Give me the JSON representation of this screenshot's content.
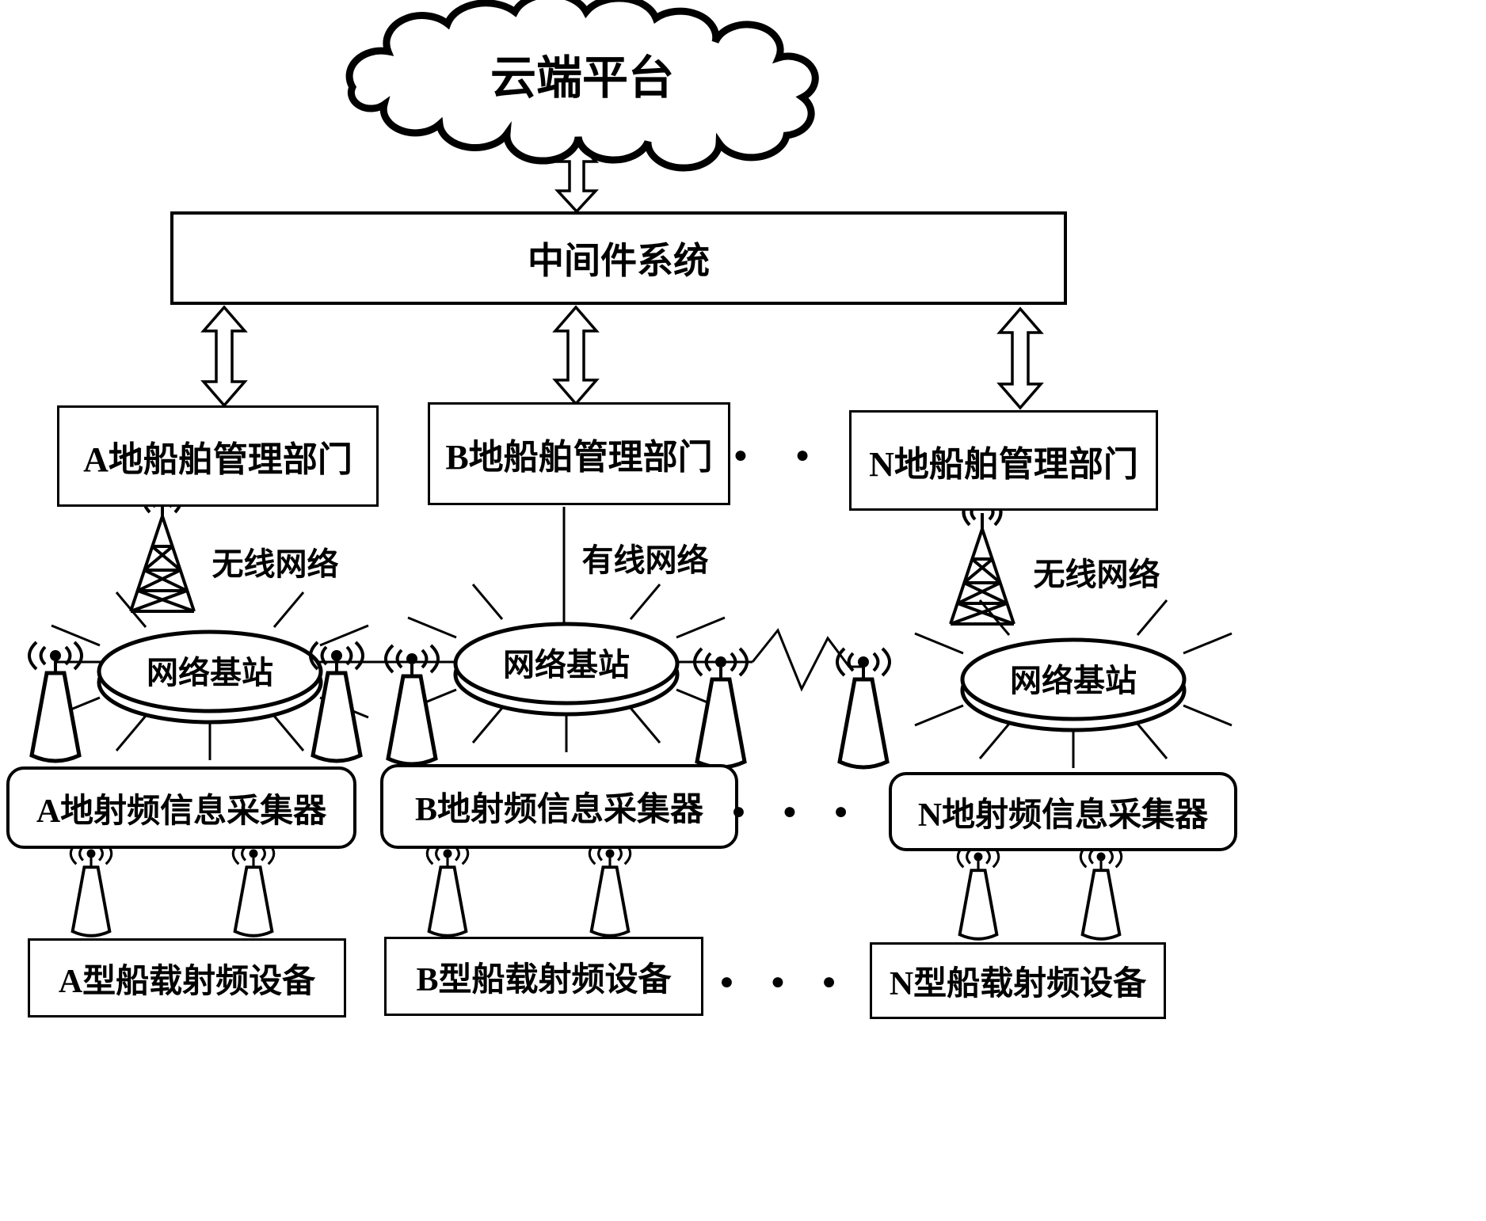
{
  "diagram": {
    "cloud": {
      "label": "云端平台"
    },
    "middleware": {
      "label": "中间件系统"
    },
    "departments": [
      {
        "label": "A地船舶管理部门"
      },
      {
        "label": "B地船舶管理部门"
      },
      {
        "label": "N地船舶管理部门"
      }
    ],
    "links": {
      "wireless_a": "无线网络",
      "wired_b": "有线网络",
      "wireless_n": "无线网络"
    },
    "base_stations": [
      {
        "label": "网络基站"
      },
      {
        "label": "网络基站"
      },
      {
        "label": "网络基站"
      }
    ],
    "collectors": [
      {
        "label": "A地射频信息采集器"
      },
      {
        "label": "B地射频信息采集器"
      },
      {
        "label": "N地射频信息采集器"
      }
    ],
    "devices": [
      {
        "label": "A型船载射频设备"
      },
      {
        "label": "B型船载射频设备"
      },
      {
        "label": "N型船载射频设备"
      }
    ],
    "ellipsis": {
      "departments": "●    ●",
      "collectors": "●   ●   ●",
      "devices": "●   ●   ●"
    },
    "icons": {
      "tower": "radio-tower-icon",
      "antenna": "rf-antenna-icon",
      "disk": "base-station-disk"
    },
    "colors": {
      "ink": "#000000",
      "paper": "#ffffff"
    }
  }
}
